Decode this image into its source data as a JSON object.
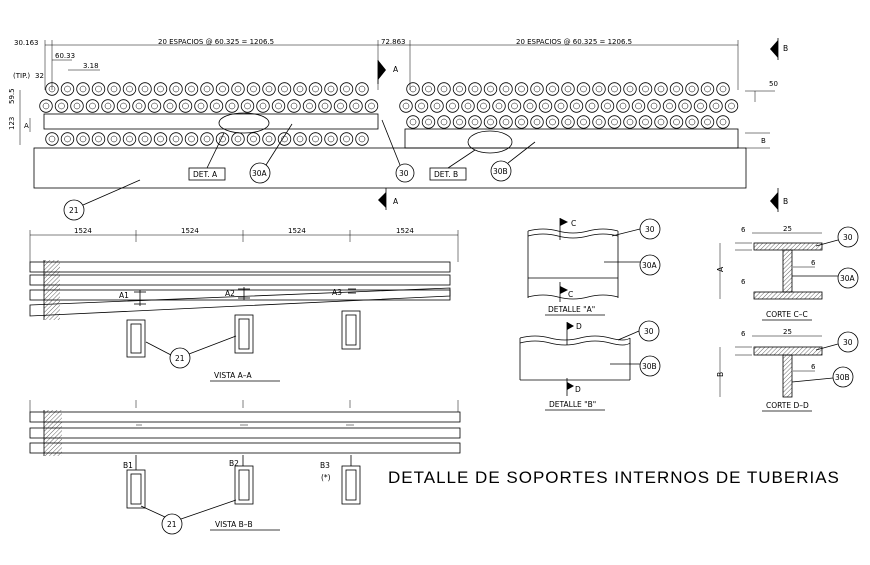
{
  "title": "DETALLE DE SOPORTES INTERNOS DE TUBERIAS",
  "top_view": {
    "dim_left": "30.163",
    "dim_spacing_left": "20 ESPACIOS @ 60.325 = 1206.5",
    "dim_mid": "72.863",
    "dim_spacing_right": "20 ESPACIOS @ 60.325 = 1206.5",
    "dim_60_33": "60.33",
    "dim_3_18": "3.18",
    "dim_tip": "(TIP.)",
    "dim_32": "32",
    "dim_59_5": "59.5",
    "dim_123": "123",
    "dim_50": "50",
    "sec_A": "A",
    "sec_B": "B",
    "det_a": "DET. A",
    "det_b": "DET. B",
    "tag_21": "21",
    "tag_30": "30",
    "tag_30A": "30A",
    "tag_30B": "30B"
  },
  "vista_aa": {
    "label": "VISTA  A–A",
    "dims": [
      "1524",
      "1524",
      "1524",
      "1524"
    ],
    "supports": [
      "A1",
      "A2",
      "A3"
    ],
    "tag": "21"
  },
  "vista_bb": {
    "label": "VISTA  B–B",
    "supports": [
      "B1",
      "B2",
      "B3"
    ],
    "note": "(*)",
    "tag": "21"
  },
  "detalle_a": {
    "label": "DETALLE \"A\"",
    "cut": "C",
    "tag_30": "30",
    "tag_30A": "30A"
  },
  "detalle_b": {
    "label": "DETALLE \"B\"",
    "cut": "D",
    "tag_30": "30",
    "tag_30B": "30B"
  },
  "corte_cc": {
    "label": "CORTE  C–C",
    "w": "25",
    "t1": "6",
    "t2": "6",
    "t3": "6",
    "h": "A",
    "tag_30": "30",
    "tag_30A": "30A"
  },
  "corte_dd": {
    "label": "CORTE  D–D",
    "w": "25",
    "t1": "6",
    "t2": "6",
    "h": "B",
    "tag_30": "30",
    "tag_30B": "30B"
  }
}
